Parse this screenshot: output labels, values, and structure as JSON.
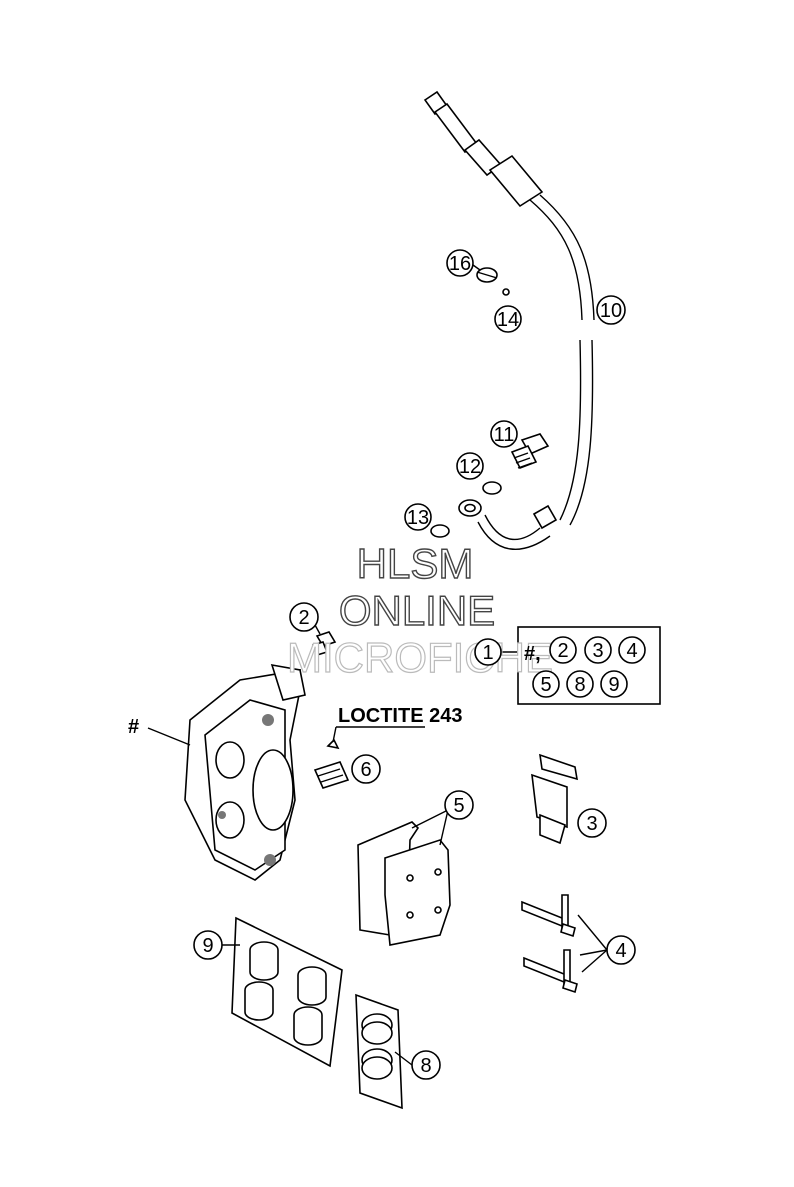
{
  "callouts": {
    "c1": "1",
    "c2": "2",
    "c3": "3",
    "c4": "4",
    "c5": "5",
    "c6": "6",
    "c8": "8",
    "c9": "9",
    "c10": "10",
    "c11": "11",
    "c12": "12",
    "c13": "13",
    "c14": "14",
    "c16": "16"
  },
  "kit_box": {
    "prefix": "#,",
    "items": [
      "2",
      "3",
      "4",
      "5",
      "8",
      "9"
    ]
  },
  "markers": {
    "caliper_hash": "#"
  },
  "loctite_label": "LOCTITE 243",
  "watermark": {
    "line1": "HLSM",
    "line2": "ONLINE",
    "line3": "MICROFICHE"
  }
}
